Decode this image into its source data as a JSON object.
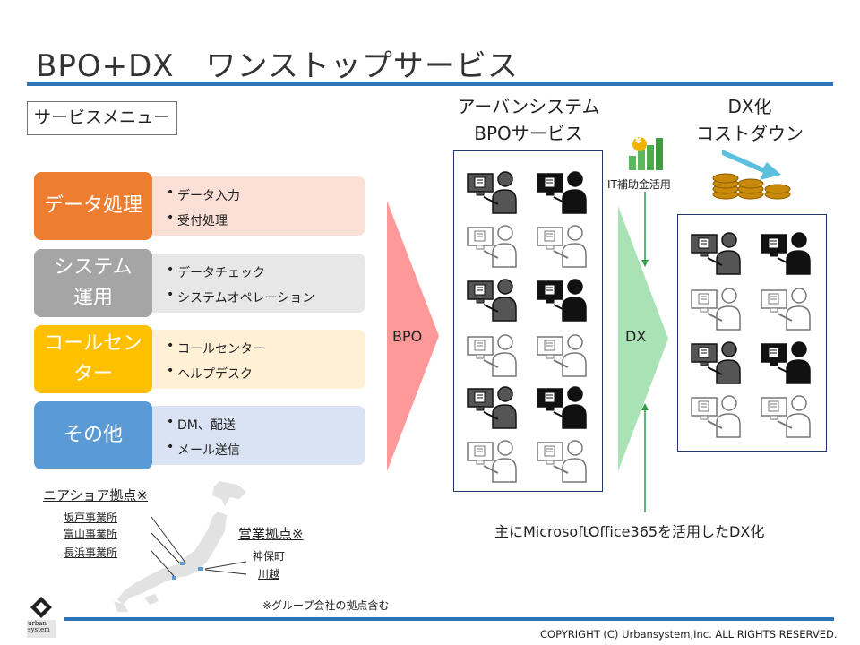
{
  "title": "BPO+DX　ワンストップサービス",
  "menu_label": "サービスメニュー",
  "categories": [
    {
      "lines": [
        "データ処理"
      ],
      "color": "#ed7d31",
      "light": "#fbe0d8",
      "items": [
        "データ入力",
        "受付処理"
      ]
    },
    {
      "lines": [
        "システム",
        "運用"
      ],
      "color": "#a5a5a5",
      "light": "#e7e7e7",
      "items": [
        "データチェック",
        "システムオペレーション"
      ]
    },
    {
      "lines": [
        "コールセン",
        "ター"
      ],
      "color": "#ffc000",
      "light": "#fff0d6",
      "items": [
        "コールセンター",
        "ヘルプデスク"
      ]
    },
    {
      "lines": [
        "その他"
      ],
      "color": "#5b9bd5",
      "light": "#dae3f3",
      "items": [
        "DM、配送",
        "メール送信"
      ]
    }
  ],
  "bpo_label": "BPO",
  "dx_label": "DX",
  "urban_bpo_title": [
    "アーバンシステム",
    "BPOサービス"
  ],
  "dx_title": [
    "DX化",
    "コストダウン"
  ],
  "it_subsidy_label": "IT補助金活用",
  "yen_symbol": "¥",
  "caption": "主にMicrosoftOffice365を活用したDX化",
  "nearshore_title": "ニアショア拠点※",
  "nearshore_sites": [
    "坂戸事業所",
    "富山事業所",
    "長浜事業所"
  ],
  "sales_title": "営業拠点※",
  "sales_sites": [
    "神保町",
    "川越"
  ],
  "footnote": "※グループ会社の拠点含む",
  "copyright": "COPYRIGHT (C) Urbansystem,Inc. ALL RIGHTS RESERVED.",
  "logo_text": [
    "urban",
    "system"
  ],
  "colors": {
    "accent": "#2e74b5",
    "bpo_arrow": "#ff9999",
    "dx_arrow": "#a9e2b5",
    "green_line": "#2e9e44"
  }
}
